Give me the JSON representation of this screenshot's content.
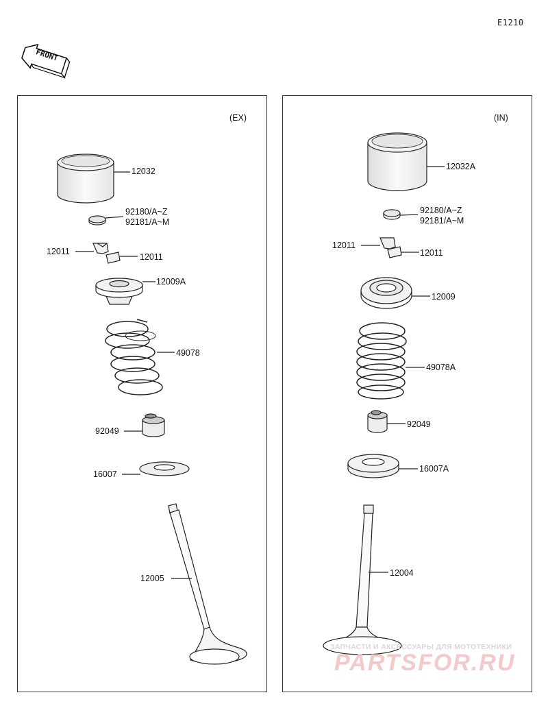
{
  "diagram_code": "E1210",
  "front_label": "FRONT",
  "panels": {
    "ex": {
      "title": "(EX)",
      "labels": {
        "tappet": "12032",
        "shim1": "92180/A~Z",
        "shim2": "92181/A~M",
        "cotter_left": "12011",
        "cotter_right": "12011",
        "retainer": "12009A",
        "spring": "49078",
        "seal": "92049",
        "seat": "16007",
        "valve": "12005"
      }
    },
    "in": {
      "title": "(IN)",
      "labels": {
        "tappet": "12032A",
        "shim1": "92180/A~Z",
        "shim2": "92181/A~M",
        "cotter_left": "12011",
        "cotter_right": "12011",
        "retainer": "12009",
        "spring": "49078A",
        "seal": "92049",
        "seat": "16007A",
        "valve": "12004"
      }
    }
  },
  "watermark": {
    "line1": "ЗАПЧАСТИ И АКСЕССУАРЫ ДЛЯ МОТОТЕХНИКИ",
    "line2": "PARTSFOR.RU"
  }
}
